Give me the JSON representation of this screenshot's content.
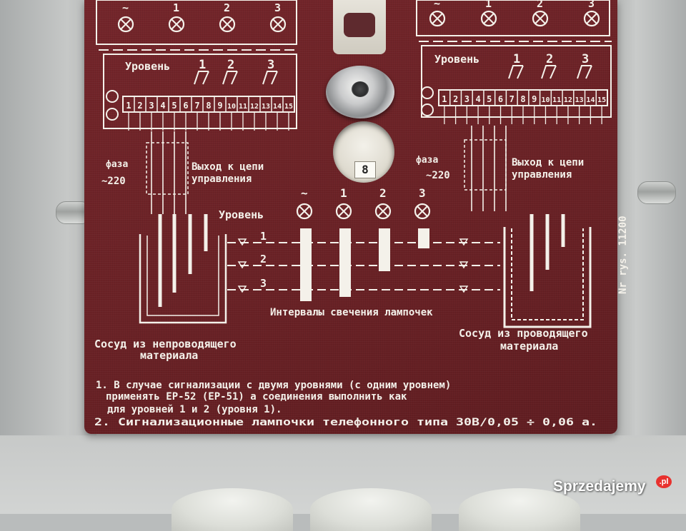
{
  "panel": {
    "left_unit": {
      "lamp_labels": [
        "~",
        "1",
        "2",
        "3"
      ],
      "level_word": "Уровень",
      "level_numbers": [
        "1",
        "2",
        "3"
      ],
      "terminals": [
        "1",
        "2",
        "3",
        "4",
        "5",
        "6",
        "7",
        "8",
        "9",
        "10",
        "11",
        "12",
        "13",
        "14",
        "15"
      ],
      "phase_label": "фаза",
      "voltage_label": "~220",
      "output_line1": "Выход к цепи",
      "output_line2": "управления"
    },
    "right_unit": {
      "lamp_labels": [
        "~",
        "1",
        "2",
        "3"
      ],
      "level_word": "Уровень",
      "level_numbers": [
        "1",
        "2",
        "3"
      ],
      "terminals": [
        "1",
        "2",
        "3",
        "4",
        "5",
        "6",
        "7",
        "8",
        "9",
        "10",
        "11",
        "12",
        "13",
        "14",
        "15"
      ],
      "phase_label": "фаза",
      "voltage_label": "~220",
      "output_line1": "Выход к цепи",
      "output_line2": "управления"
    },
    "diagram": {
      "level_word": "Уровень",
      "lamp_labels": [
        "~",
        "1",
        "2",
        "3"
      ],
      "level_numbers": [
        "1",
        "2",
        "3"
      ],
      "intervals_caption": "Интервалы свечения лампочек",
      "left_vessel_line1": "Сосуд из непроводящего",
      "left_vessel_line2": "материала",
      "right_vessel_line1": "Сосуд из проводящего",
      "right_vessel_line2": "материала",
      "drawing_number": "Nr rys. 11200"
    },
    "notes": {
      "line1": "1. В случае сигнализации с двумя уровнями (с одним уровнем)",
      "line2": "применять ЕР-52 (ЕР-51) а соединения выполнить как",
      "line3": "для уровней 1 и 2 (уровня 1).",
      "line4": "2. Сигнализационные лампочки телефонного типа 30В/0,05 ÷ 0,06 а."
    },
    "counter_digit": "8",
    "colors": {
      "board": "#6b2226",
      "print": "#f4f1ea",
      "enclosure": "#c0c2c1"
    }
  },
  "watermark": {
    "text": "Sprzedajemy",
    "suffix": ".pl"
  }
}
